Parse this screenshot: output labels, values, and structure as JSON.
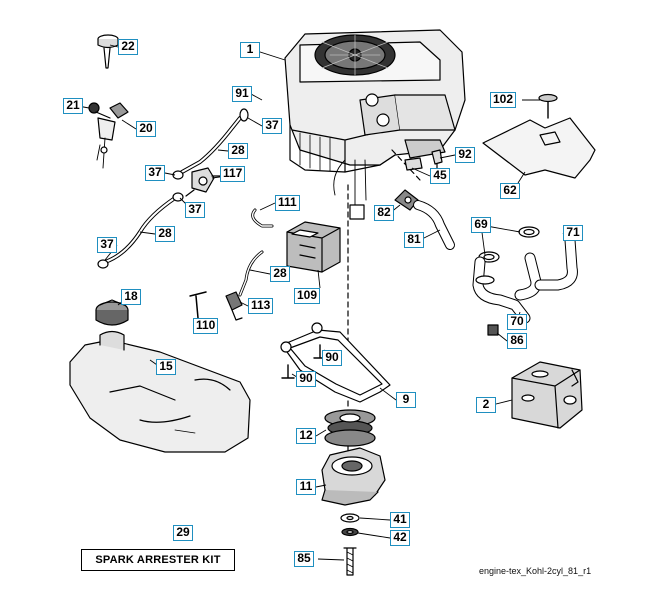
{
  "colors": {
    "label_border": "#1f8fc0",
    "line": "#000000",
    "part_fill": "#e6e6e6",
    "part_dark": "#5a5a5a"
  },
  "labels": {
    "l1": "1",
    "l2": "2",
    "l9": "9",
    "l11": "11",
    "l12": "12",
    "l15": "15",
    "l18": "18",
    "l20": "20",
    "l21": "21",
    "l22": "22",
    "l28a": "28",
    "l28b": "28",
    "l28c": "28",
    "l29": "29",
    "l37a": "37",
    "l37b": "37",
    "l37c": "37",
    "l37d": "37",
    "l41": "41",
    "l42": "42",
    "l45": "45",
    "l62": "62",
    "l69": "69",
    "l70": "70",
    "l71": "71",
    "l81": "81",
    "l82": "82",
    "l85": "85",
    "l86": "86",
    "l90a": "90",
    "l90b": "90",
    "l91": "91",
    "l92": "92",
    "l102": "102",
    "l109": "109",
    "l110": "110",
    "l111": "111",
    "l113": "113",
    "l117": "117"
  },
  "kit_label": "SPARK ARRESTER KIT",
  "reference": "engine-tex_Kohl-2cyl_81_r1"
}
